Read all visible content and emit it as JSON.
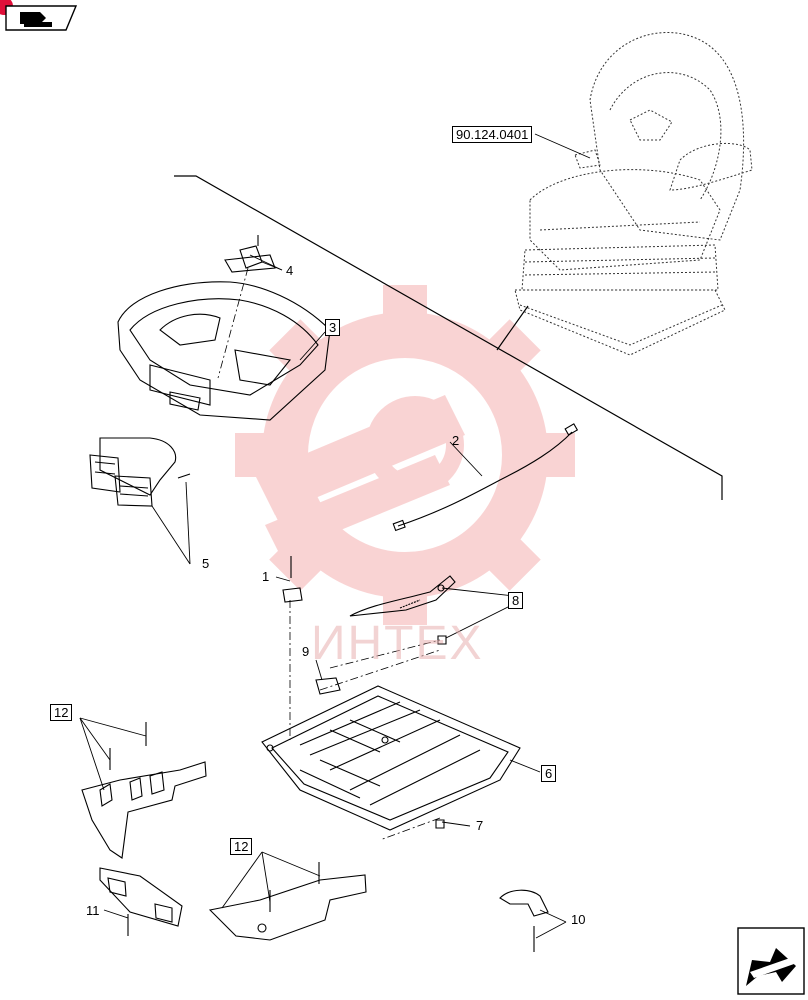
{
  "diagram": {
    "reference_code": "90.124.0401",
    "watermark_text": "ИНТЕХ",
    "callouts": [
      {
        "id": "c1",
        "text": "1",
        "boxed": false
      },
      {
        "id": "c2",
        "text": "2",
        "boxed": false
      },
      {
        "id": "c3",
        "text": "3",
        "boxed": true
      },
      {
        "id": "c4",
        "text": "4",
        "boxed": false
      },
      {
        "id": "c5",
        "text": "5",
        "boxed": false
      },
      {
        "id": "c6",
        "text": "6",
        "boxed": true
      },
      {
        "id": "c7",
        "text": "7",
        "boxed": false
      },
      {
        "id": "c8",
        "text": "8",
        "boxed": true
      },
      {
        "id": "c9",
        "text": "9",
        "boxed": false
      },
      {
        "id": "c10",
        "text": "10",
        "boxed": false
      },
      {
        "id": "c11",
        "text": "11",
        "boxed": false
      },
      {
        "id": "c12a",
        "text": "12",
        "boxed": true
      },
      {
        "id": "c12b",
        "text": "12",
        "boxed": true
      }
    ]
  },
  "navigation": {
    "prev_icon": "back-arrow-icon",
    "next_icon": "forward-arrow-icon"
  },
  "colors": {
    "watermark": "#f2a0a0",
    "line": "#000000",
    "marker": "#e0103a"
  }
}
